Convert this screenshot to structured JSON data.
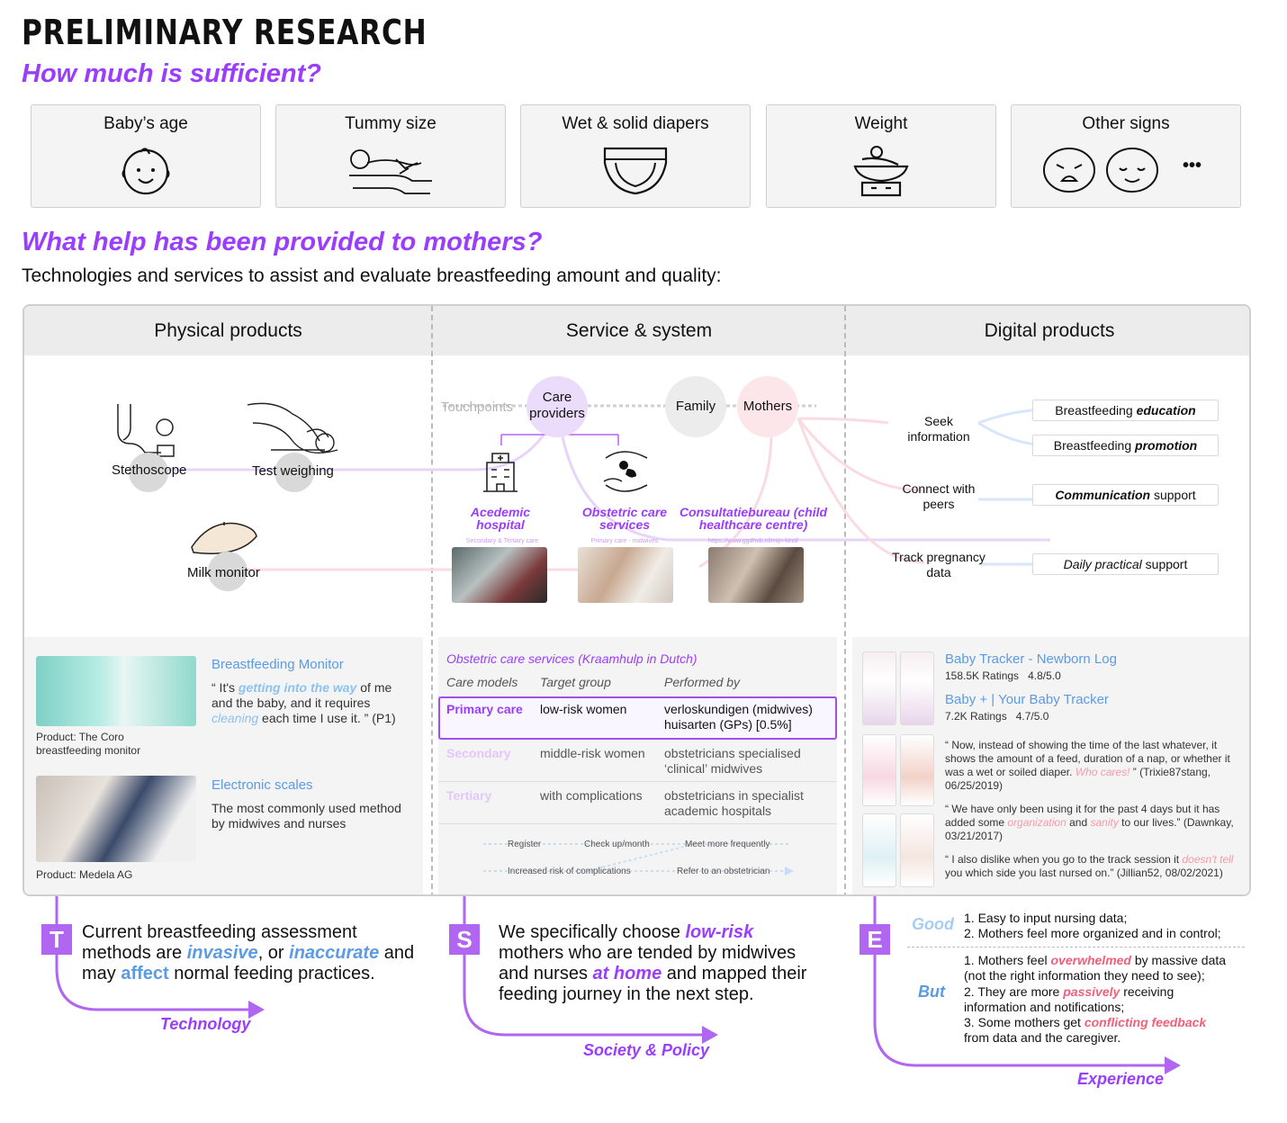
{
  "title": "PRELIMINARY RESEARCH",
  "q1": "How much is sufficient?",
  "signs": [
    {
      "label": "Baby’s age",
      "icon": "baby-face-icon"
    },
    {
      "label": "Tummy size",
      "icon": "tummy-hand-icon"
    },
    {
      "label": "Wet & solid diapers",
      "icon": "diaper-icon"
    },
    {
      "label": "Weight",
      "icon": "baby-scale-icon"
    },
    {
      "label": "Other signs",
      "icon": "crying-baby-icon",
      "more": "•••"
    }
  ],
  "q2": "What help has been provided to mothers?",
  "subtitle": "Technologies and services to assist and evaluate breastfeeding amount and quality:",
  "columns": {
    "physical": "Physical products",
    "service": "Service & system",
    "digital": "Digital products"
  },
  "physical_items": {
    "stethoscope": "Stethoscope",
    "test_weighing": "Test weighing",
    "milk_monitor": "Milk monitor"
  },
  "service_nodes": {
    "touchpoints": "Touchpoints",
    "care_providers": "Care providers",
    "family": "Family",
    "mothers": "Mothers",
    "academic_hospital": "Acedemic hospital",
    "academic_sub": "Secondary & Tertiary care",
    "obstetric": "Obstetric care services",
    "obstetric_sub": "Primary care - midwives",
    "consult": "Consultatiebureau (child healthcare centre)",
    "consult_sub": "https://www.ggdhvb.nl/mijn-kind/"
  },
  "digital_nodes": {
    "seek": "Seek information",
    "connect": "Connect with peers",
    "track": "Track pregnancy data",
    "edu_pre": "Breastfeeding ",
    "edu_em": "education",
    "promo_pre": "Breastfeeding ",
    "promo_em": "promotion",
    "comm_em": "Communication",
    "comm_post": " support",
    "daily_em": "Daily practical",
    "daily_post": " support"
  },
  "bf_monitor": {
    "title": "Breastfeeding Monitor",
    "q_open": "“ It's ",
    "q_em1": "getting into the way",
    "q_mid": " of me and the baby, and it requires ",
    "q_em2": "cleaning",
    "q_end": " each time I use it. ” (P1)",
    "caption": "Product: The Coro breastfeeding monitor"
  },
  "scales": {
    "title": "Electronic scales",
    "desc": "The most commonly used method by midwives and nurses",
    "caption": "Product: Medela AG"
  },
  "care_table": {
    "title": "Obstetric care services (Kraamhulp in Dutch)",
    "headers": [
      "Care models",
      "Target group",
      "Performed by"
    ],
    "rows": [
      {
        "model": "Primary care",
        "group": "low-risk women",
        "by": "verloskundigen (midwives) huisarten (GPs) [0.5%]"
      },
      {
        "model": "Secondary",
        "group": "middle-risk women",
        "by": "obstetricians specialised ‘clinical’ midwives"
      },
      {
        "model": "Tertiary",
        "group": "with complications",
        "by": "obstetricians in specialist academic hospitals"
      }
    ],
    "flow": [
      "Register",
      "Check up/month",
      "Meet more frequently",
      "Increased risk of complications",
      "Refer to an obstetrician"
    ]
  },
  "apps": [
    {
      "name": "Baby Tracker - Newborn Log",
      "ratings": "158.5K Ratings",
      "score": "4.8/5.0"
    },
    {
      "name": "Baby + | Your Baby Tracker",
      "ratings": "7.2K Ratings",
      "score": "4.7/5.0"
    }
  ],
  "reviews": [
    {
      "pre": "“ Now, instead of showing the time of the last whatever, it shows the amount of a feed, duration of a nap, or whether it was a wet or soiled diaper. ",
      "em": "Who cares!",
      "post": " ” (Trixie87stang, 06/25/2019)"
    },
    {
      "pre": "“ We have only been using it for the past 4 days but it has added some ",
      "em": "organization",
      "mid": " and ",
      "em2": "sanity",
      "post": " to our lives.” (Dawnkay, 03/21/2017)"
    },
    {
      "pre": "“ I also dislike when you go to the track session it ",
      "em": "doesn't tell",
      "post": " you which side you last nursed on.” (Jillian52, 08/02/2021)"
    }
  ],
  "takeaways": {
    "t": {
      "letter": "T",
      "pre": "Current breastfeeding assessment methods are ",
      "em1": "invasive",
      "mid1": ", or ",
      "em2": "inaccurate",
      "mid2": " and may ",
      "em3": "affect",
      "post": " normal feeding practices.",
      "axis": "Technology"
    },
    "s": {
      "letter": "S",
      "pre": "We specifically choose ",
      "em1": "low-risk",
      "mid": " mothers who are tended by midwives and nurses ",
      "em2": "at home",
      "post": " and mapped their feeding journey in the next step.",
      "axis": "Society & Policy"
    },
    "e": {
      "letter": "E",
      "good": "Good",
      "good_items": [
        "1. Easy to input nursing data;",
        "2. Mothers feel more organized and in control;"
      ],
      "but": "But",
      "but1_pre": "1. Mothers feel ",
      "but1_em": "overwhelmed",
      "but1_post": " by massive data (not the right information they need to see);",
      "but2_pre": "2. They are more ",
      "but2_em": "passively",
      "but2_post": " receiving information and notifications;",
      "but3_pre": "3. Some mothers get ",
      "but3_em": "conflicting feedback",
      "but3_post": " from data and the caregiver.",
      "axis": "Experience"
    }
  },
  "colors": {
    "purple": "#9b3dff",
    "blue": "#5b9be6",
    "pink": "#f0607a",
    "lavender": "#b066f0"
  }
}
